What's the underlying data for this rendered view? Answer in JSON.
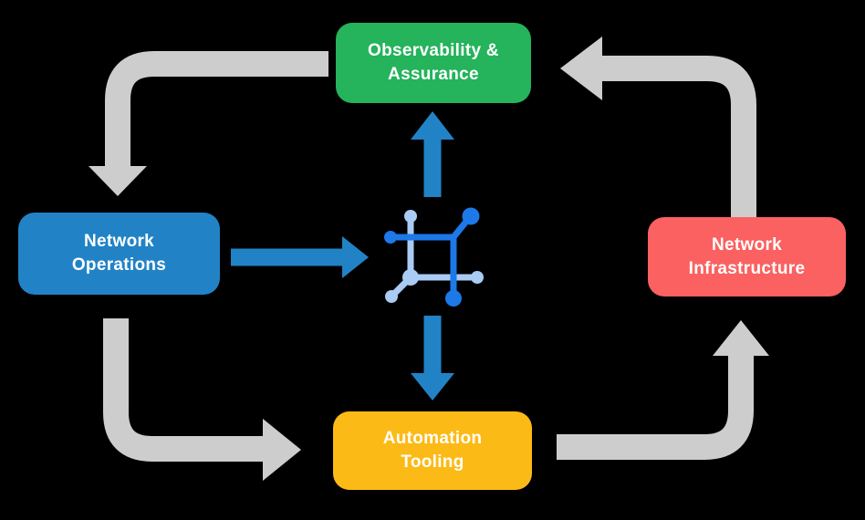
{
  "colors": {
    "background": "#000000",
    "node-green": "#25b35c",
    "node-blue": "#2183c6",
    "node-red": "#fa6160",
    "node-yellow": "#fcba16",
    "cycle-arrow": "#cdcdcd",
    "accent-arrow": "#2183c6",
    "icon-dark": "#1d78e8",
    "icon-light": "#a9cbf4",
    "label-text": "#ffffff"
  },
  "nodes": {
    "observability": {
      "label": "Observability &\nAssurance"
    },
    "operations": {
      "label": "Network\nOperations"
    },
    "infrastructure": {
      "label": "Network\nInfrastructure"
    },
    "automation": {
      "label": "Automation\nTooling"
    }
  },
  "center": {
    "icon": "network-automation-icon"
  },
  "flows": {
    "cycle": [
      {
        "from": "observability",
        "to": "operations"
      },
      {
        "from": "operations",
        "to": "automation"
      },
      {
        "from": "automation",
        "to": "infrastructure"
      },
      {
        "from": "infrastructure",
        "to": "observability"
      }
    ],
    "accent": [
      {
        "from": "operations",
        "to": "center"
      },
      {
        "from": "center",
        "to": "observability"
      },
      {
        "from": "center",
        "to": "automation"
      }
    ]
  }
}
